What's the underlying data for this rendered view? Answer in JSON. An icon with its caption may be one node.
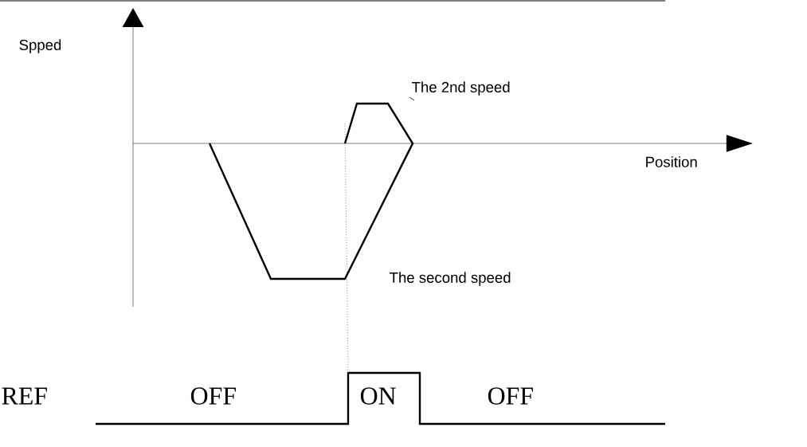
{
  "diagram": {
    "labels": [
      "Spped",
      "Position",
      "The second speed",
      "REF",
      "OFF",
      "ON",
      "OFF",
      "The 2nd speed"
    ]
  }
}
